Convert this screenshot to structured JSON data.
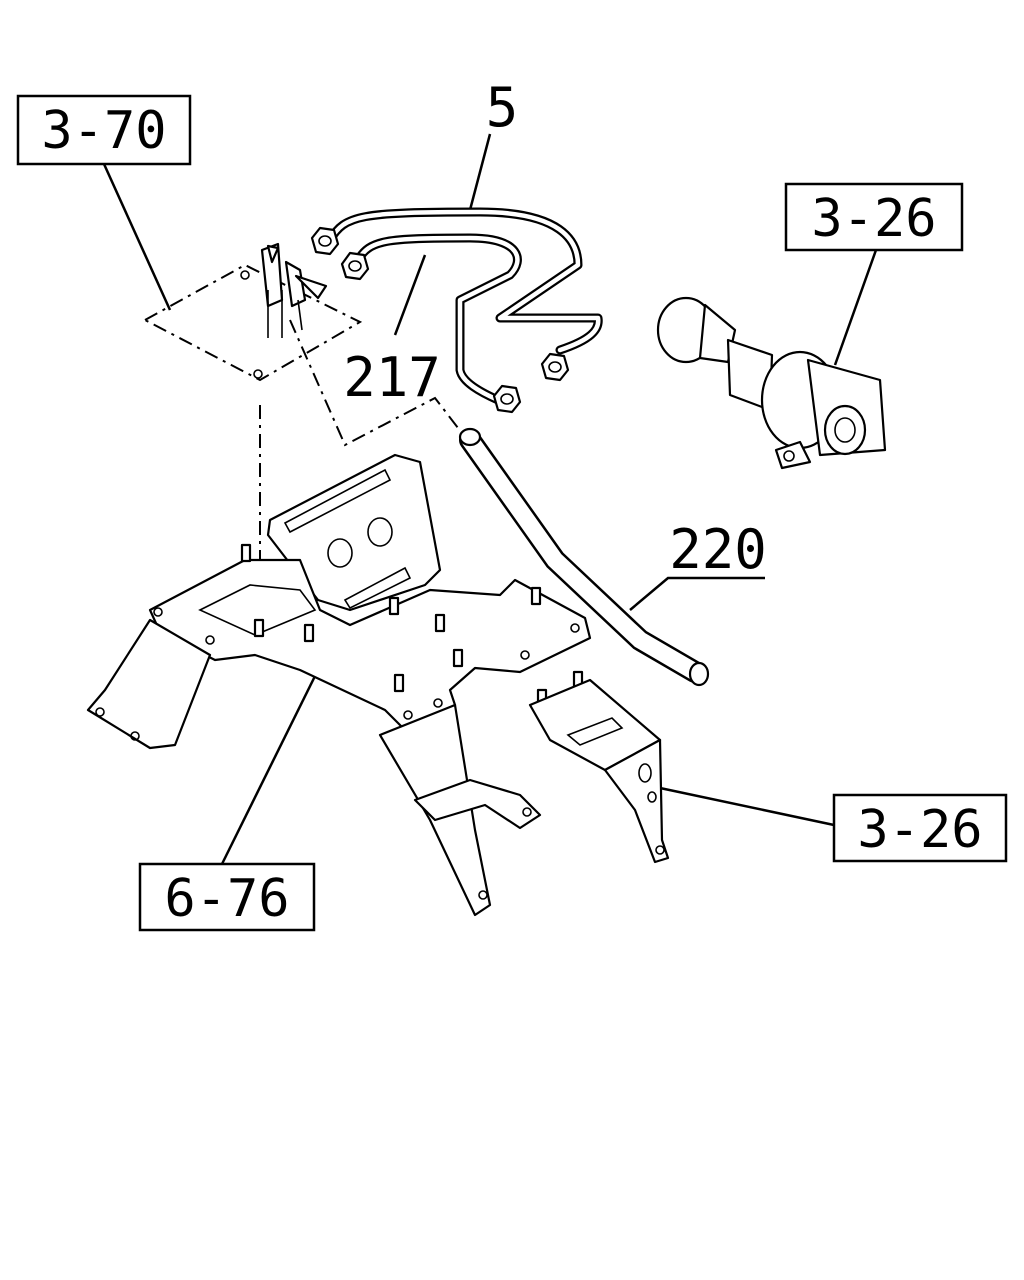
{
  "callouts": {
    "ref_3_70": "3-70",
    "ref_3_26_top": "3-26",
    "ref_3_26_bottom": "3-26",
    "ref_6_76": "6-76"
  },
  "part_numbers": {
    "pipe": "5",
    "fitting": "217",
    "hose": "220"
  },
  "colors": {
    "line": "#000000",
    "background": "#ffffff"
  }
}
